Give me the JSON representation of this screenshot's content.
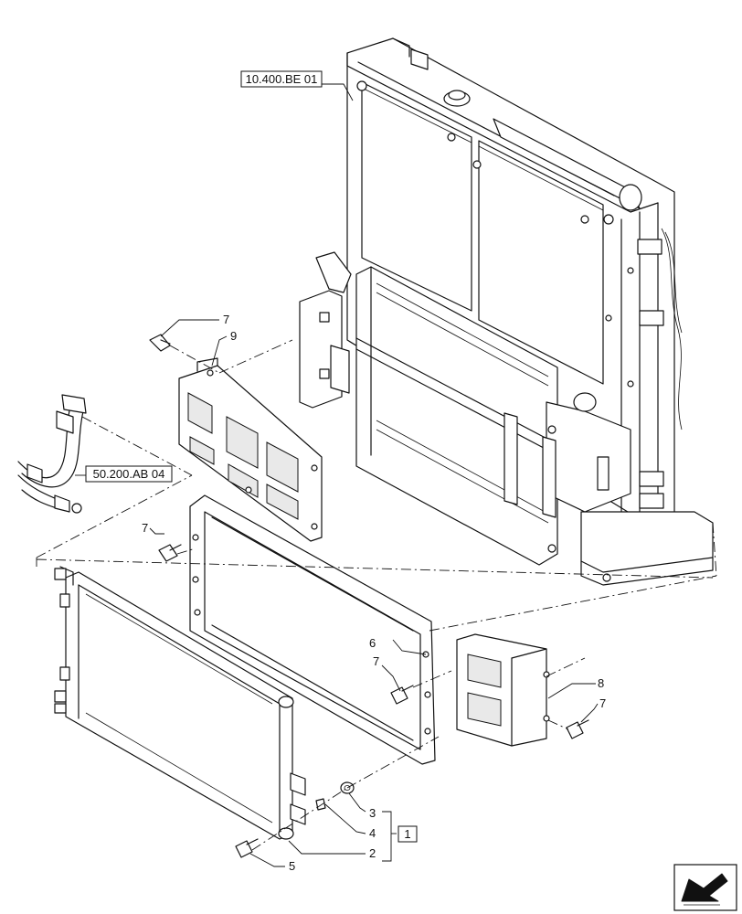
{
  "diagram": {
    "references": {
      "radiator_ref": "10.400.BE 01",
      "hose_ref": "50.200.AB 04"
    },
    "callouts": {
      "c1": "1",
      "c2": "2",
      "c3": "3",
      "c4": "4",
      "c5": "5",
      "c6": "6",
      "c7a": "7",
      "c7b": "7",
      "c7c": "7",
      "c7d": "7",
      "c8": "8",
      "c9": "9"
    },
    "nav_icon": "next-page-arrow-icon"
  }
}
